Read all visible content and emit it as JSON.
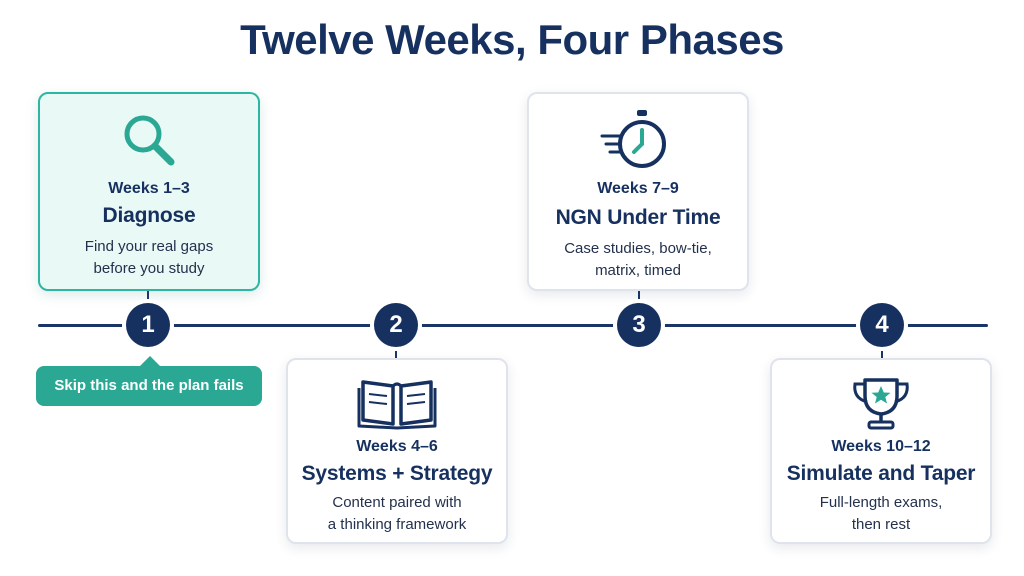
{
  "title": "Twelve Weeks, Four Phases",
  "phases": [
    {
      "number": "1",
      "weeks": "Weeks 1–3",
      "name": "Diagnose",
      "desc_line1": "Find your real gaps",
      "desc_line2": "before you study",
      "icon": "magnifier-icon",
      "highlighted": true
    },
    {
      "number": "2",
      "weeks": "Weeks 4–6",
      "name": "Systems + Strategy",
      "desc_line1": "Content paired with",
      "desc_line2": "a thinking framework",
      "icon": "open-book-icon",
      "highlighted": false
    },
    {
      "number": "3",
      "weeks": "Weeks 7–9",
      "name": "NGN Under Time",
      "desc_line1": "Case studies, bow-tie,",
      "desc_line2": "matrix, timed",
      "icon": "stopwatch-icon",
      "highlighted": false
    },
    {
      "number": "4",
      "weeks": "Weeks 10–12",
      "name": "Simulate and Taper",
      "desc_line1": "Full-length exams,",
      "desc_line2": "then rest",
      "icon": "trophy-icon",
      "highlighted": false
    }
  ],
  "callout": "Skip this and the plan fails",
  "colors": {
    "navy": "#16305f",
    "teal": "#2aa894",
    "highlight_bg": "#e9f9f6"
  }
}
